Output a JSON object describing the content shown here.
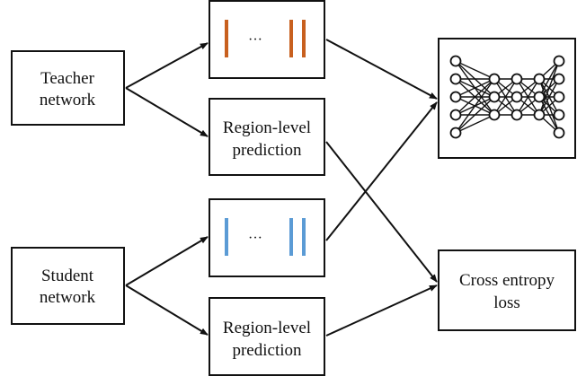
{
  "teacher": {
    "label_line1": "Teacher",
    "label_line2": "network",
    "feature_dots": "···",
    "prediction_line1": "Region-level",
    "prediction_line2": "prediction",
    "feature_color": "#c8601f"
  },
  "student": {
    "label_line1": "Student",
    "label_line2": "network",
    "feature_dots": "···",
    "prediction_line1": "Region-level",
    "prediction_line2": "prediction",
    "feature_color": "#5b9bd5"
  },
  "discriminator": {
    "icon": "neural-network-icon"
  },
  "loss": {
    "label_line1": "Cross entropy",
    "label_line2": "loss"
  }
}
